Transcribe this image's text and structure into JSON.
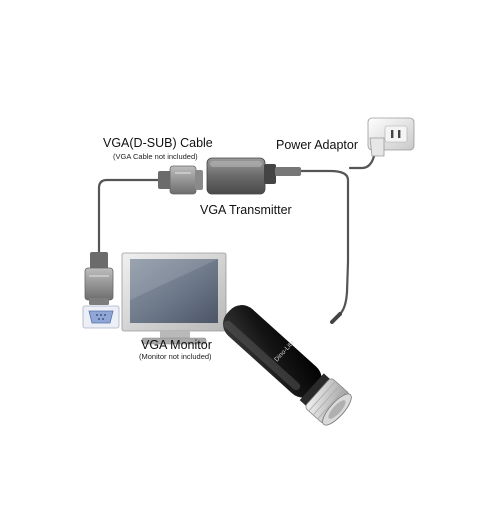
{
  "labels": {
    "vga_cable": "VGA(D-SUB) Cable",
    "vga_cable_note": "(VGA Cable not included)",
    "power_adaptor": "Power Adaptor",
    "vga_transmitter": "VGA Transmitter",
    "vga_monitor": "VGA Monitor",
    "vga_monitor_note": "(Monitor not included)"
  },
  "microscope_brand": "Dino-Lite",
  "colors": {
    "cable": "#555555",
    "device_body": "#6e6e6e",
    "monitor_bezel": "#d8d8d8",
    "monitor_screen": "#7b8696",
    "microscope_body": "#1c1c1c",
    "vga_port": "#8fa6d6"
  }
}
